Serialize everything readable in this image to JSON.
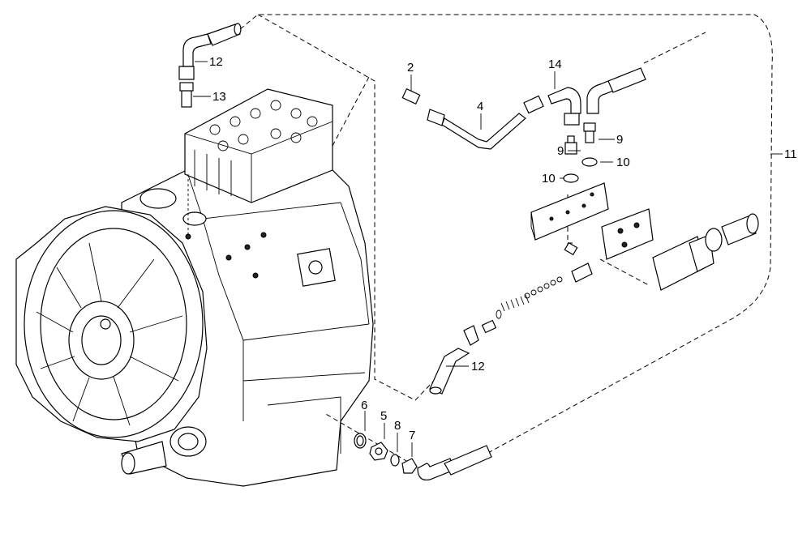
{
  "callouts": {
    "c2": "2",
    "c4": "4",
    "c5": "5",
    "c6": "6",
    "c7": "7",
    "c8": "8",
    "c9a": "9",
    "c9b": "9",
    "c10a": "10",
    "c10b": "10",
    "c11": "11",
    "c12a": "12",
    "c12b": "12",
    "c13": "13",
    "c14": "14"
  }
}
